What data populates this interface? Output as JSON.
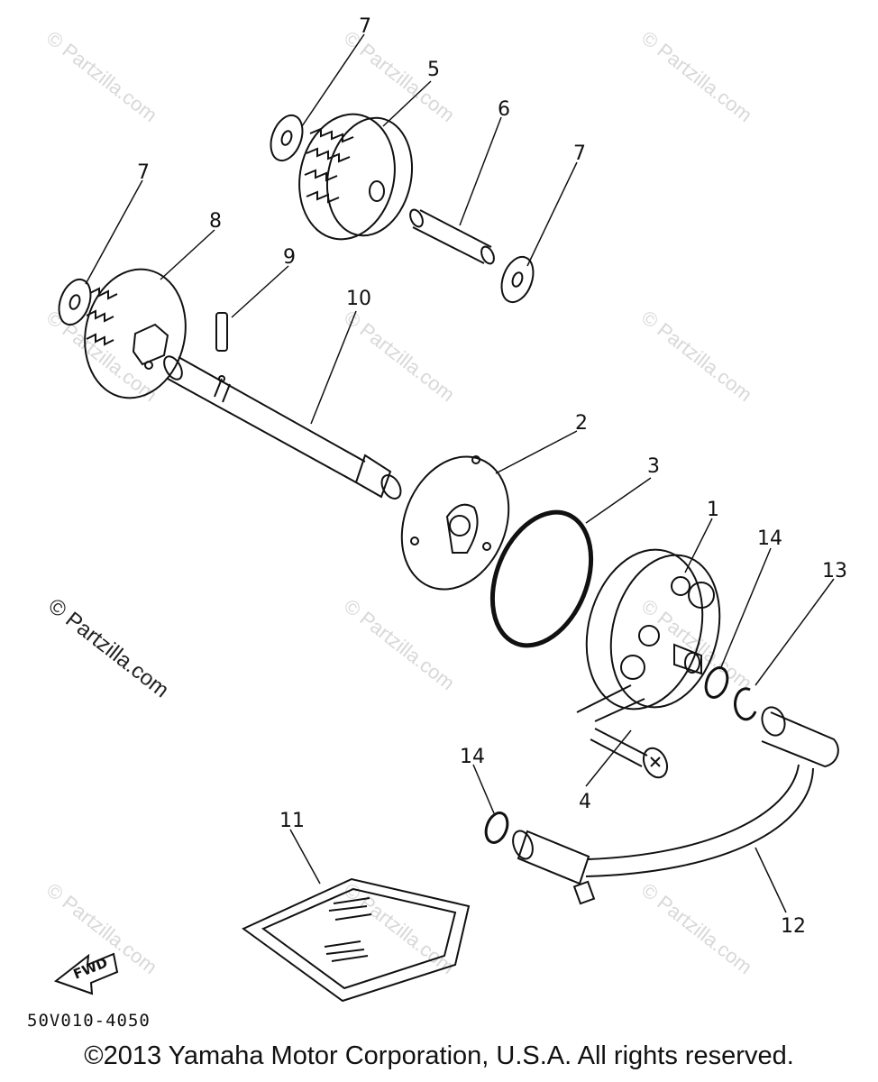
{
  "diagram": {
    "callouts": [
      "1",
      "2",
      "3",
      "4",
      "5",
      "6",
      "7",
      "7",
      "7",
      "8",
      "9",
      "10",
      "11",
      "12",
      "13",
      "14",
      "14"
    ],
    "part_code": "50V010-4050",
    "fwd_label": "FWD",
    "watermark": "© Partzilla.com"
  },
  "footer": {
    "copyright": "©2013 Yamaha Motor Corporation, U.S.A. All rights reserved."
  }
}
